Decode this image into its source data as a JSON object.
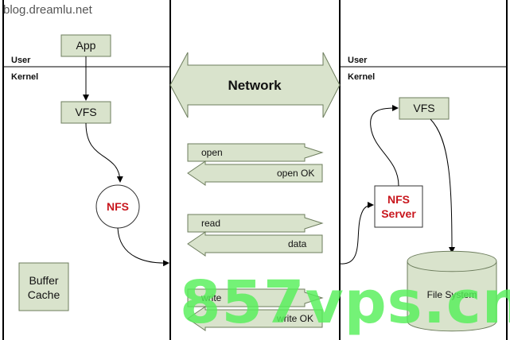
{
  "site": "blog.dreamlu.net",
  "left": {
    "user": "User",
    "kernel": "Kernel",
    "app": "App",
    "vfs": "VFS",
    "nfs": "NFS",
    "buffer_l1": "Buffer",
    "buffer_l2": "Cache"
  },
  "network": {
    "title": "Network"
  },
  "messages": {
    "open": "open",
    "open_ok": "open OK",
    "read": "read",
    "data": "data",
    "write": "write",
    "write_ok": "write OK"
  },
  "right": {
    "user": "User",
    "kernel": "Kernel",
    "vfs": "VFS",
    "nfs_l1": "NFS",
    "nfs_l2": "Server",
    "fs": "File System"
  },
  "watermark": "857vps.cn",
  "colors": {
    "box_fill": "#d9e3cc",
    "box_stroke": "#6d7d5d",
    "red_text": "#c8161d",
    "watermark": "#56f05a"
  }
}
